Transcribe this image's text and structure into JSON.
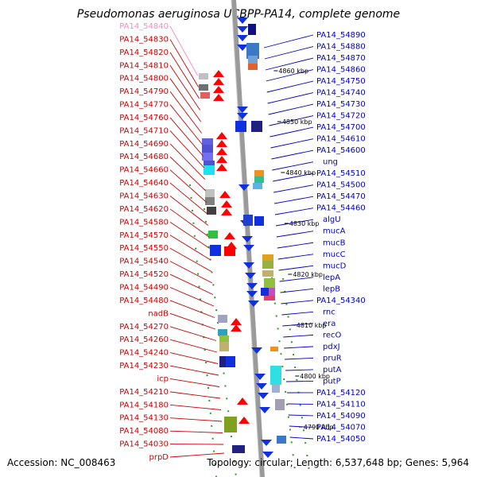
{
  "title": "Pseudomonas aeruginosa UCBPP-PA14, complete genome",
  "footer": {
    "accession": "Accession: NC_008463",
    "meta": "Topology: circular; Length: 6,537,648 bp; Genes: 5,964"
  },
  "colors": {
    "left_labels": "#cc0000",
    "left_highlight": "#ff88bb",
    "right_labels": "#0000cc",
    "backbone": "#9a9a9a",
    "ticks": "#2a9a2a"
  },
  "kbp_markers": [
    "4860 kbp",
    "4850 kbp",
    "4840 kbp",
    "4830 kbp",
    "4820 kbp",
    "4810 kbp",
    "4800 kbp",
    "4790 kbp"
  ],
  "left_genes": [
    "PA14_54840",
    "PA14_54830",
    "PA14_54820",
    "PA14_54810",
    "PA14_54800",
    "PA14_54790",
    "PA14_54770",
    "PA14_54760",
    "PA14_54710",
    "PA14_54690",
    "PA14_54680",
    "PA14_54660",
    "PA14_54640",
    "PA14_54630",
    "PA14_54620",
    "PA14_54580",
    "PA14_54570",
    "PA14_54550",
    "PA14_54540",
    "PA14_54520",
    "PA14_54490",
    "PA14_54480",
    "nadB",
    "PA14_54270",
    "PA14_54260",
    "PA14_54240",
    "PA14_54230",
    "icp",
    "PA14_54210",
    "PA14_54180",
    "PA14_54130",
    "PA14_54080",
    "PA14_54030",
    "prpD"
  ],
  "right_genes": [
    "PA14_54890",
    "PA14_54880",
    "PA14_54870",
    "PA14_54860",
    "PA14_54750",
    "PA14_54740",
    "PA14_54730",
    "PA14_54720",
    "PA14_54700",
    "PA14_54610",
    "PA14_54600",
    "ung",
    "PA14_54510",
    "PA14_54500",
    "PA14_54470",
    "PA14_54460",
    "algU",
    "mucA",
    "mucB",
    "mucC",
    "mucD",
    "lepA",
    "lepB",
    "PA14_54340",
    "rnc",
    "era",
    "recO",
    "pdxJ",
    "pruR",
    "putA",
    "putP",
    "PA14_54120",
    "PA14_54110",
    "PA14_54090",
    "PA14_54070",
    "PA14_54050"
  ]
}
